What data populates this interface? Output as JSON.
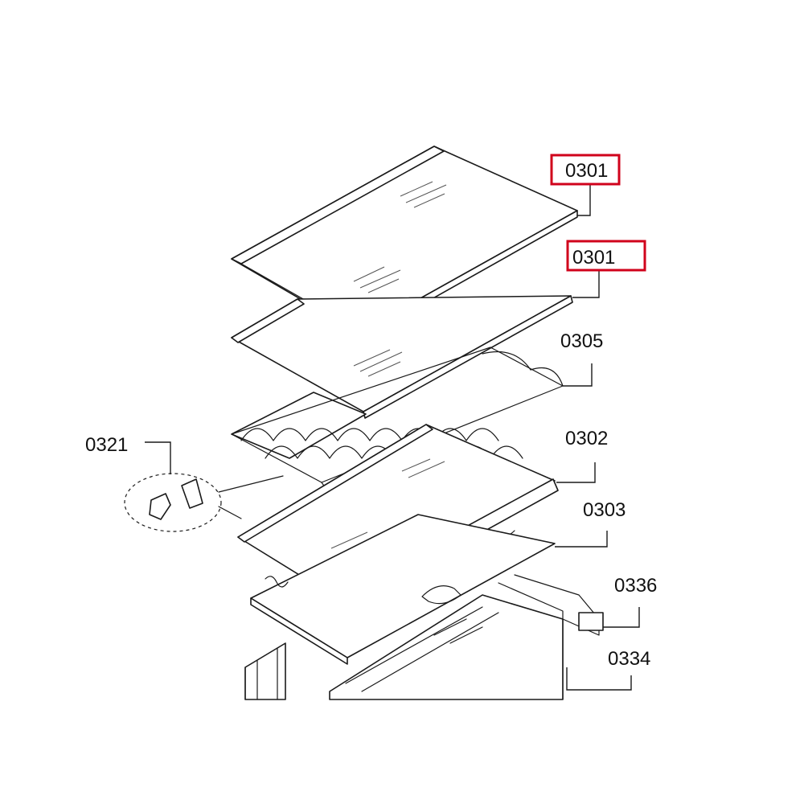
{
  "highlight_color": "#d0021b",
  "labels": {
    "shelf_top": "0301",
    "shelf_second": "0301",
    "bottle_rack": "0305",
    "glass_shelf_trim": "0302",
    "crisper_cover": "0303",
    "clips": "0321",
    "rail": "0336",
    "crisper_drawer": "0334"
  },
  "highlighted_labels": [
    "shelf_top",
    "shelf_second"
  ]
}
